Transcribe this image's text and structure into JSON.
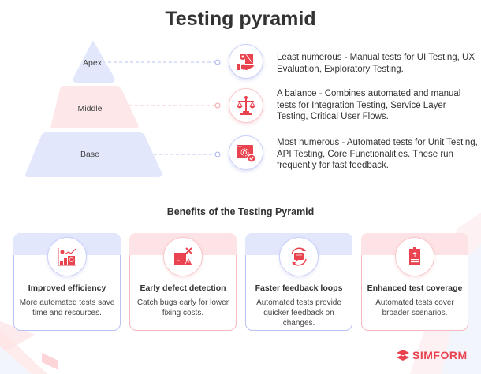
{
  "title": "Testing pyramid",
  "colors": {
    "accent_red": "#e8434f",
    "blue_fill": "#e3e7fc",
    "pink_fill": "#fde7e8",
    "blue_border": "#b8c2f3",
    "pink_border": "#f6b9bf",
    "text": "#333333"
  },
  "pyramid": {
    "layers": [
      {
        "label": "Apex",
        "icon": "hand-gear-document-icon",
        "description": "Least numerous - Manual tests for UI Testing, UX Evaluation, Exploratory Testing.",
        "theme": "blue"
      },
      {
        "label": "Middle",
        "icon": "balance-scale-icon",
        "description": "A balance - Combines automated and manual tests for Integration Testing, Service Layer Testing, Critical User Flows.",
        "theme": "red"
      },
      {
        "label": "Base",
        "icon": "browser-gear-check-icon",
        "description": "Most numerous - Automated tests for Unit Testing, API Testing, Core Functionalities. These run frequently for fast feedback.",
        "theme": "blue"
      }
    ]
  },
  "benefits": {
    "heading": "Benefits of the Testing Pyramid",
    "cards": [
      {
        "title": "Improved efficiency",
        "description": "More automated tests save time and resources.",
        "icon": "growth-chart-icon",
        "theme": "blue"
      },
      {
        "title": "Early defect detection",
        "description": "Catch bugs early for lower fixing costs.",
        "icon": "box-warning-icon",
        "theme": "red"
      },
      {
        "title": "Faster feedback loops",
        "description": "Automated tests provide quicker feedback on changes.",
        "icon": "chat-refresh-icon",
        "theme": "blue"
      },
      {
        "title": "Enhanced test coverage",
        "description": "Automated tests cover broader scenarios.",
        "icon": "clipboard-umbrella-icon",
        "theme": "red"
      }
    ]
  },
  "brand": {
    "name": "SIMFORM",
    "icon": "simform-logo-icon"
  }
}
